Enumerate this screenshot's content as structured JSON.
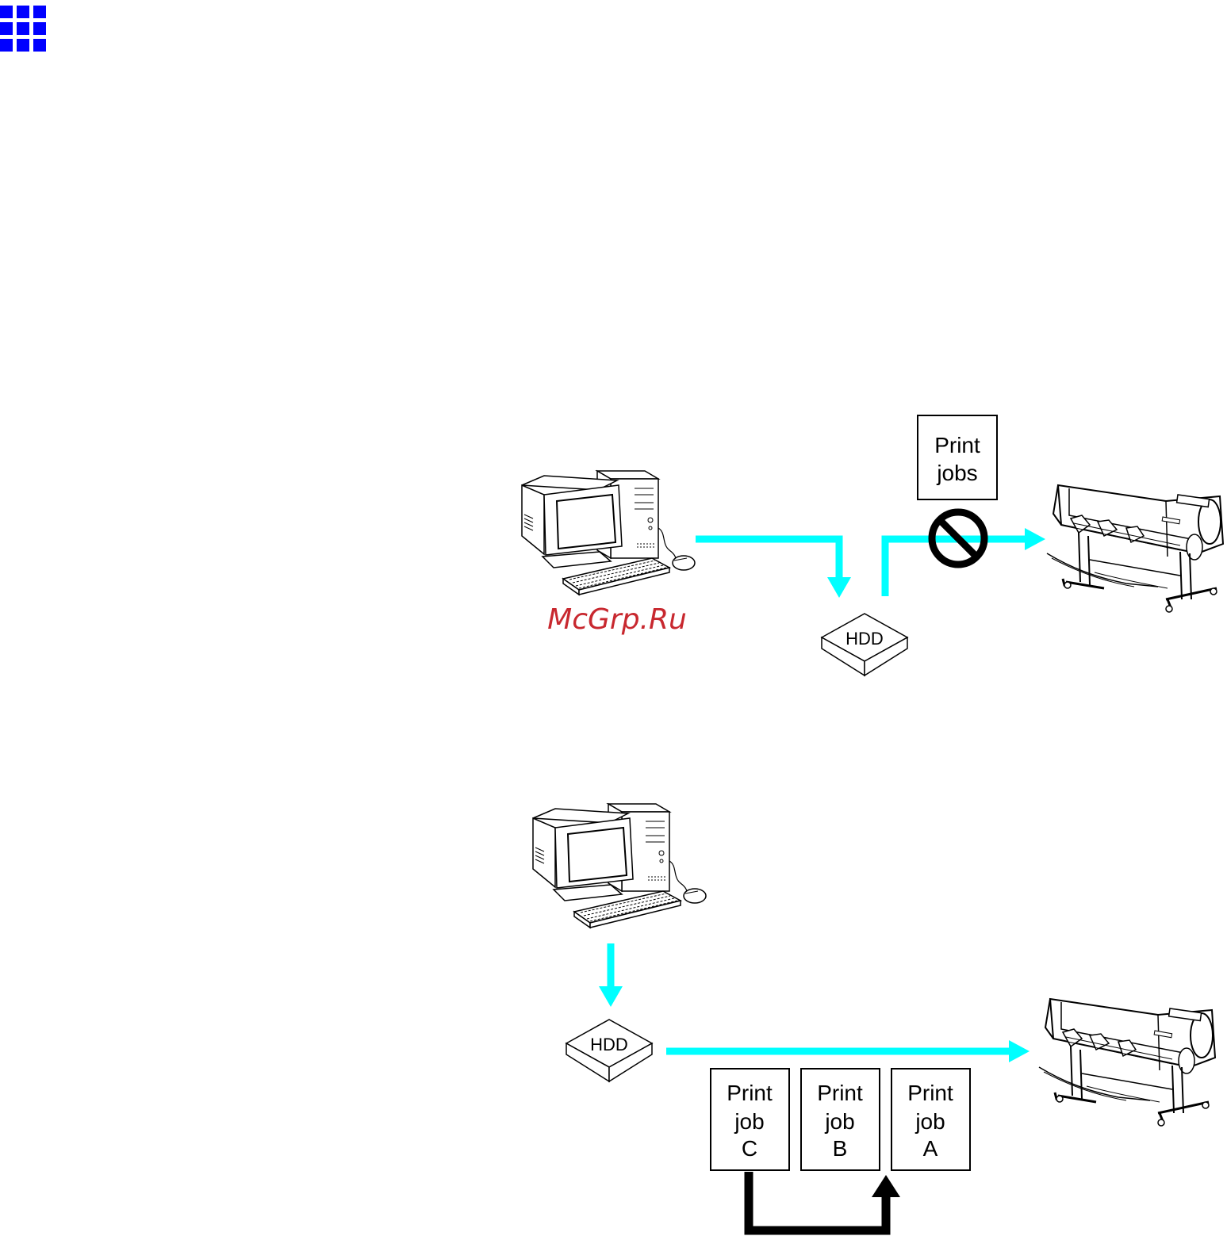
{
  "nav": {
    "menu_icon": "grid-menu-icon"
  },
  "colors": {
    "flow_arrow": "#00ffff",
    "return_arrow": "#000000",
    "menu_icon": "#0000ff",
    "watermark": "#c8282f"
  },
  "watermark": "McGrp.Ru",
  "diagram_top": {
    "hdd_label": "HDD",
    "jobs_label_line1": "Print",
    "jobs_label_line2": "jobs",
    "prohibit_icon": "prohibited-icon"
  },
  "diagram_bottom": {
    "hdd_label": "HDD",
    "jobs": [
      {
        "line1": "Print",
        "line2": "job",
        "line3": "C"
      },
      {
        "line1": "Print",
        "line2": "job",
        "line3": "B"
      },
      {
        "line1": "Print",
        "line2": "job",
        "line3": "A"
      }
    ]
  }
}
